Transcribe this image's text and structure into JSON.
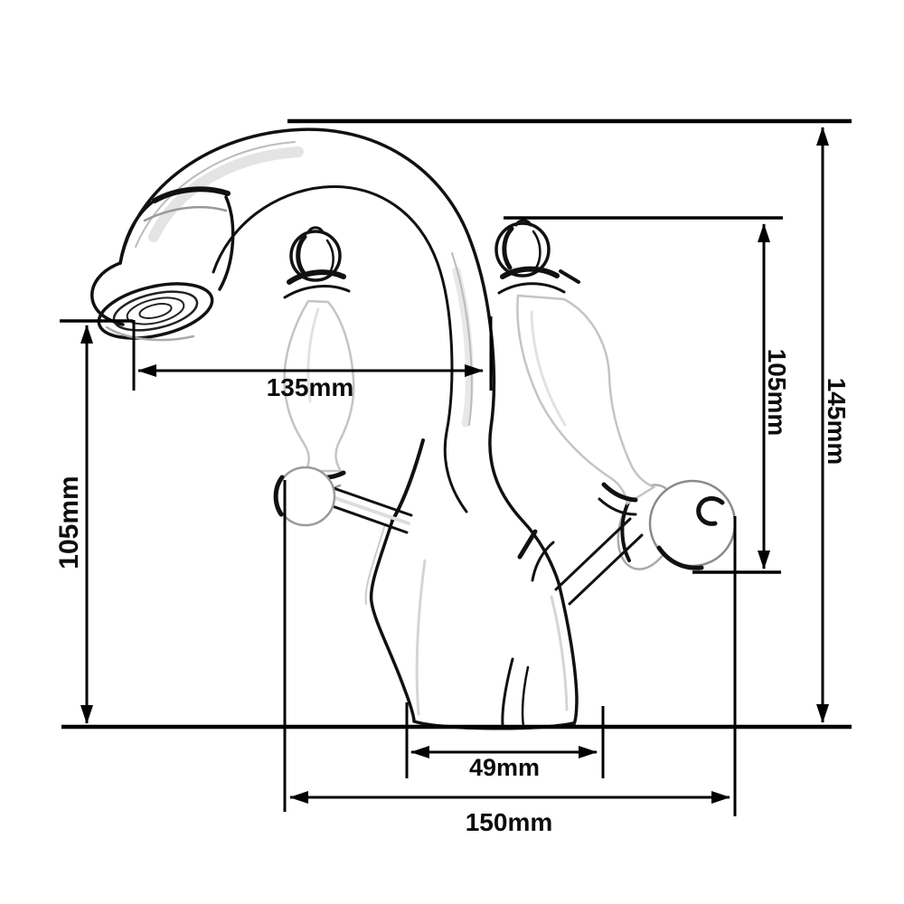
{
  "diagram": {
    "subject": "Two-handle swan-neck basin faucet technical line drawing with dimension annotations",
    "unit": "mm",
    "colors": {
      "line": "#000000",
      "background": "#ffffff",
      "sketch_gray": "#bbbbbb"
    },
    "dimensions": {
      "d135": {
        "label": "135mm",
        "value": 135,
        "orientation": "horizontal",
        "position": "upper-middle spout reach"
      },
      "d105_left": {
        "label": "105mm",
        "value": 105,
        "orientation": "vertical",
        "position": "left, spout outlet height above base line"
      },
      "d105_right": {
        "label": "105mm",
        "value": 105,
        "orientation": "vertical",
        "position": "inner right, handle height"
      },
      "d145": {
        "label": "145mm",
        "value": 145,
        "orientation": "vertical",
        "position": "far right, overall height"
      },
      "d49": {
        "label": "49mm",
        "value": 49,
        "orientation": "horizontal",
        "position": "below baseline, base width"
      },
      "d150": {
        "label": "150mm",
        "value": 150,
        "orientation": "horizontal",
        "position": "bottom, overall width"
      }
    }
  }
}
